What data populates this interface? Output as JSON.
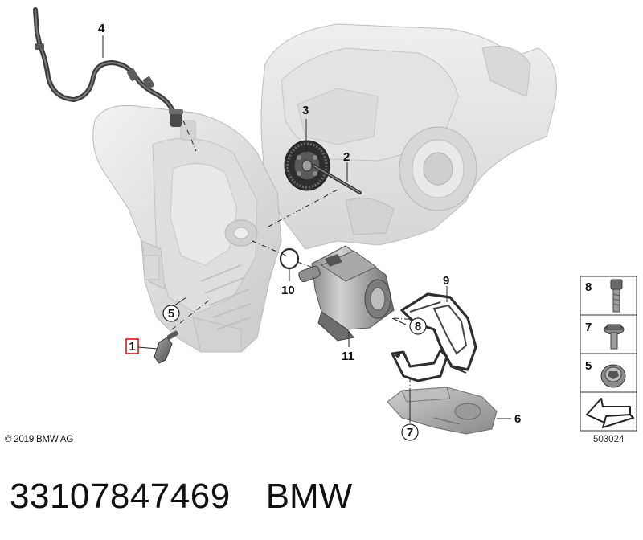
{
  "diagram": {
    "callouts": [
      {
        "id": "c1",
        "label": "1",
        "highlighted": true
      },
      {
        "id": "c2",
        "label": "2"
      },
      {
        "id": "c3",
        "label": "3"
      },
      {
        "id": "c4",
        "label": "4"
      },
      {
        "id": "c5",
        "label": "5",
        "circled": true
      },
      {
        "id": "c6",
        "label": "6"
      },
      {
        "id": "c7",
        "label": "7",
        "circled": true
      },
      {
        "id": "c8",
        "label": "8",
        "circled": true
      },
      {
        "id": "c9",
        "label": "9"
      },
      {
        "id": "c10",
        "label": "10"
      },
      {
        "id": "c11",
        "label": "11"
      }
    ],
    "side_panel": [
      {
        "label": "8",
        "part": "bolt-icon"
      },
      {
        "label": "7",
        "part": "hex-collar-bolt-icon"
      },
      {
        "label": "5",
        "part": "torx-screw-icon"
      },
      {
        "label": "",
        "part": "arrow-symbol-icon"
      }
    ],
    "copyright": "© 2019 BMW AG",
    "image_code": "503024",
    "highlight_color": "#d8141c"
  },
  "caption": {
    "part_number": "33107847469",
    "brand": "BMW"
  }
}
